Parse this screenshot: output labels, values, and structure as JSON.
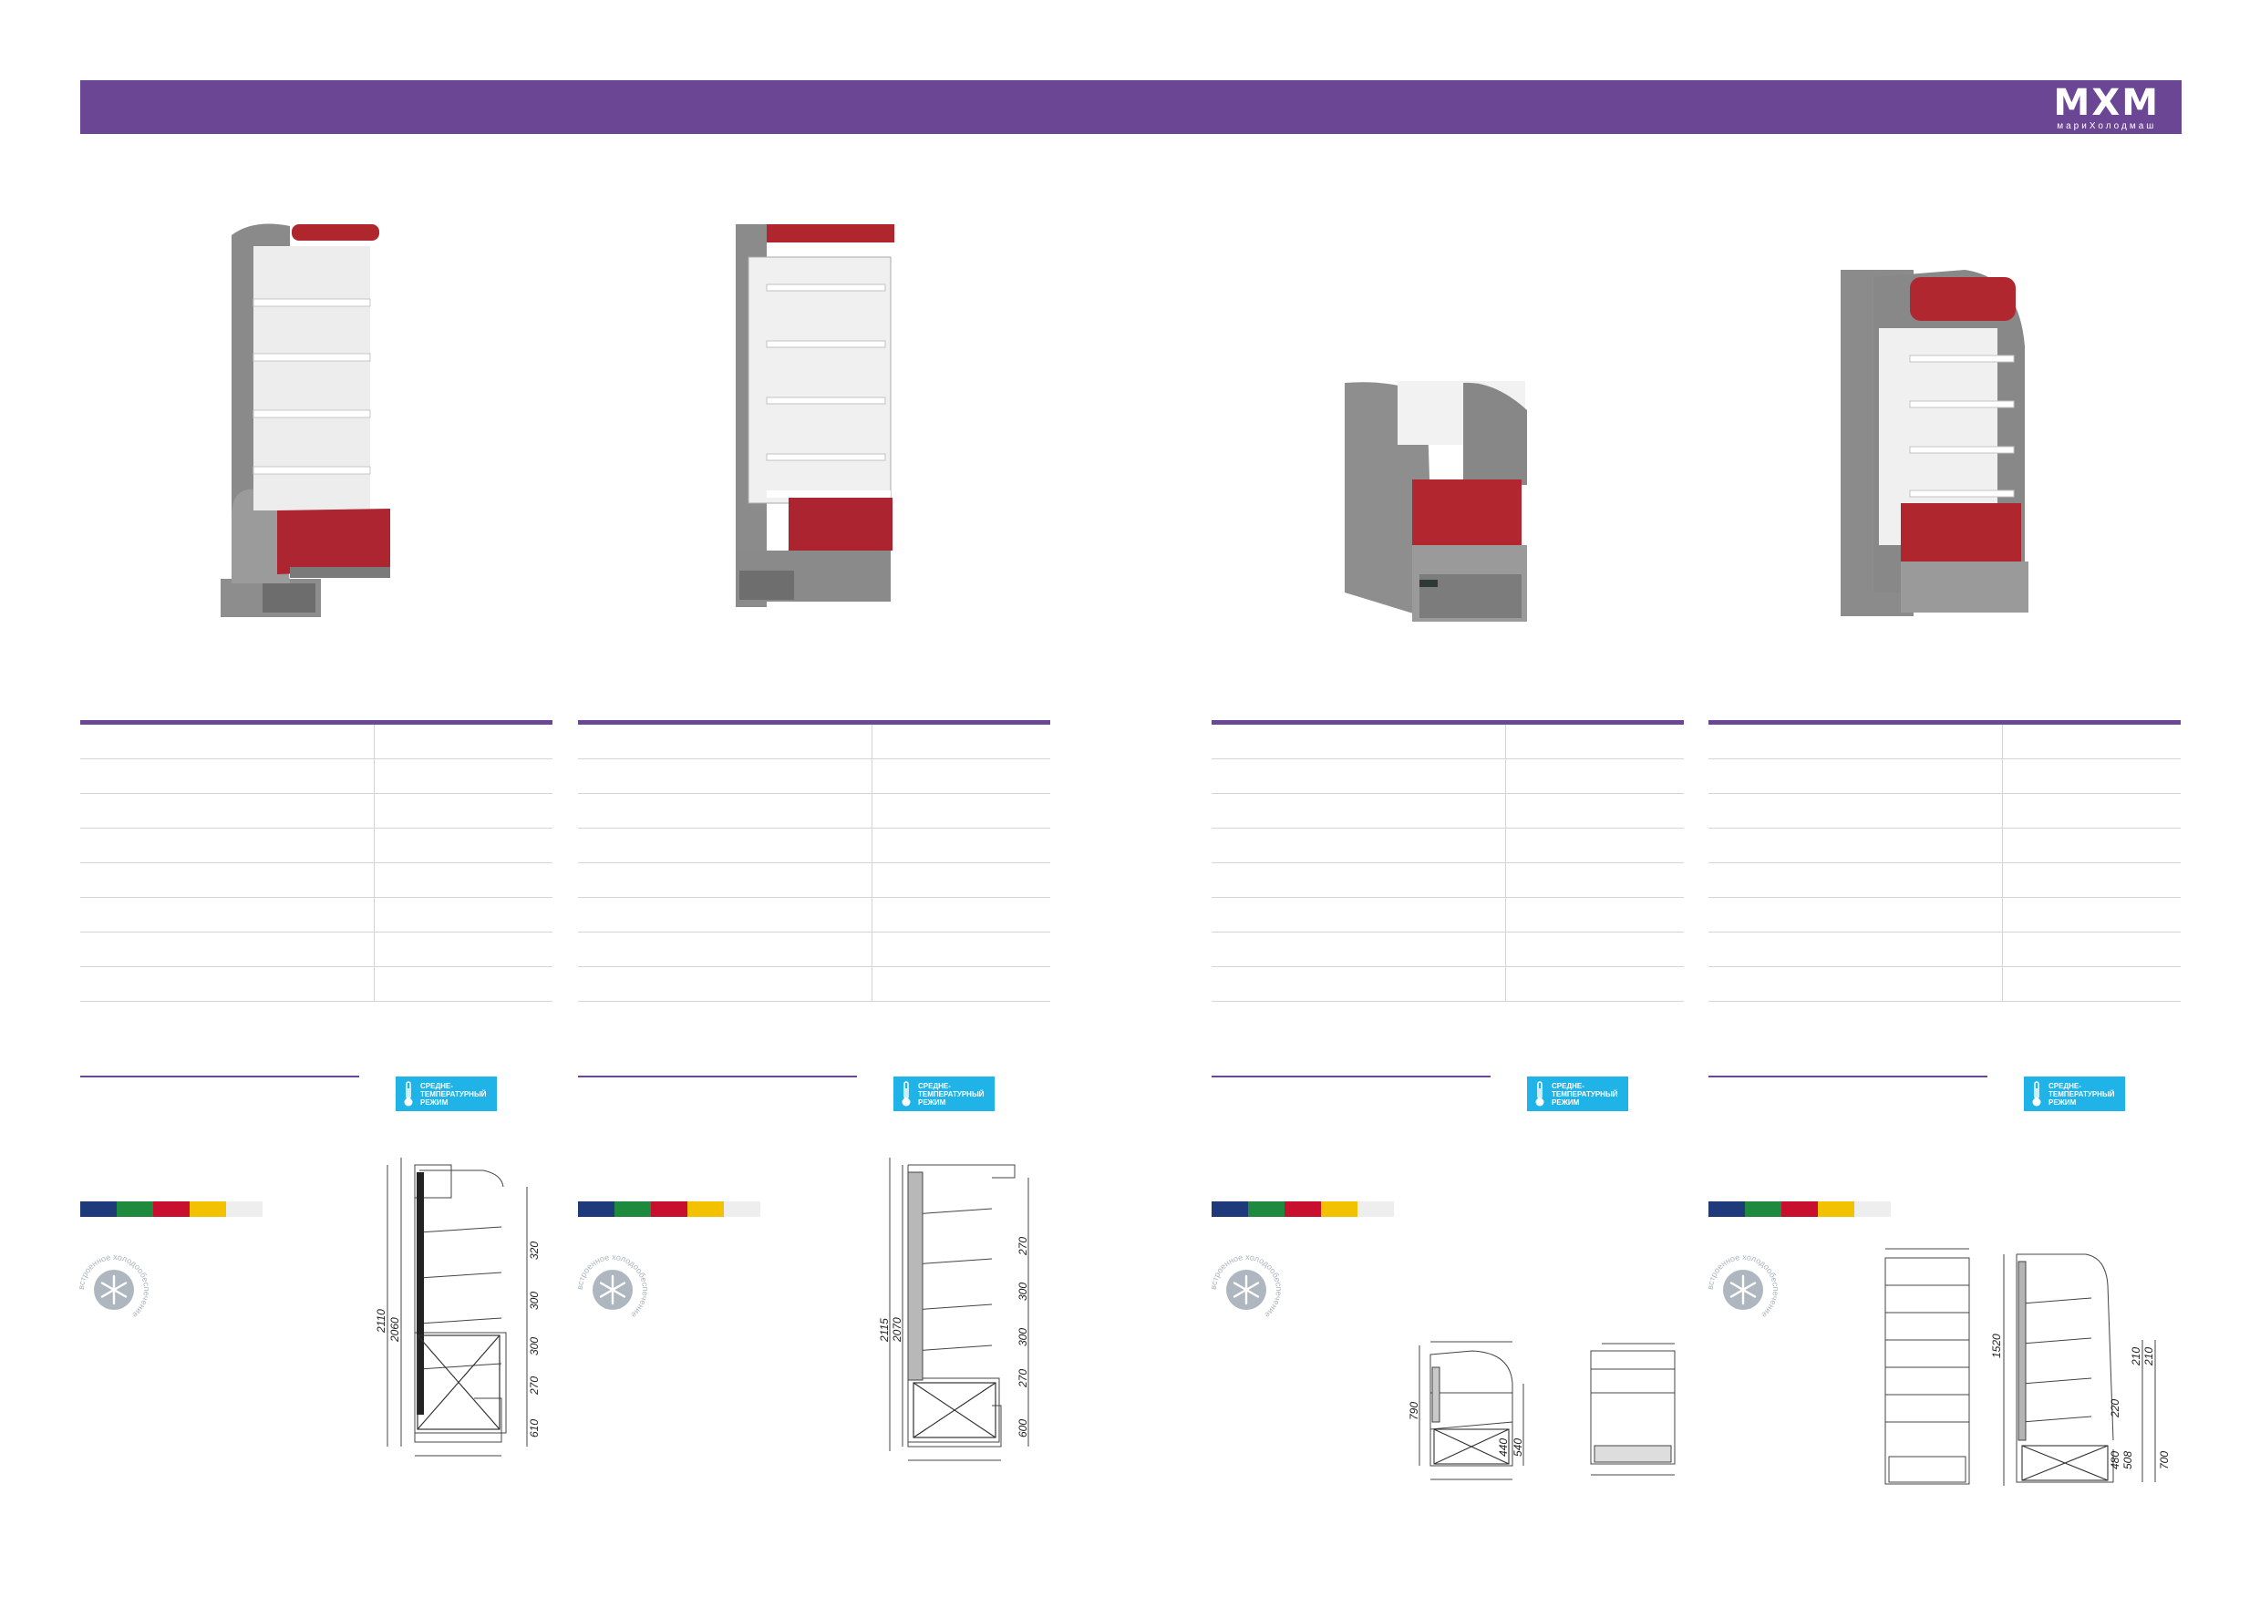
{
  "header": {
    "logo_main": "МХМ",
    "logo_sub": "мариХолодмаш",
    "banner_color": "#6b4694"
  },
  "badge_text": "средне-\nтемпературный\nрежим",
  "seal_text": "встроенное холодообеспечение",
  "swatches": [
    "#1f3a7a",
    "#1e8a3e",
    "#c8102e",
    "#f2c200",
    "#eeeeee"
  ],
  "accent": "#6b4694",
  "badge_color": "#1fb3e8",
  "drawing1": {
    "labels": [
      "2110",
      "2060",
      "320",
      "300",
      "300",
      "270",
      "610"
    ]
  },
  "drawing2": {
    "labels": [
      "2115",
      "2070",
      "270",
      "300",
      "300",
      "270",
      "600"
    ]
  },
  "drawing3": {
    "labels": [
      "790",
      "440",
      "540"
    ]
  },
  "drawing4": {
    "labels": [
      "1520",
      "210",
      "210",
      "220",
      "480",
      "508",
      "700"
    ]
  }
}
